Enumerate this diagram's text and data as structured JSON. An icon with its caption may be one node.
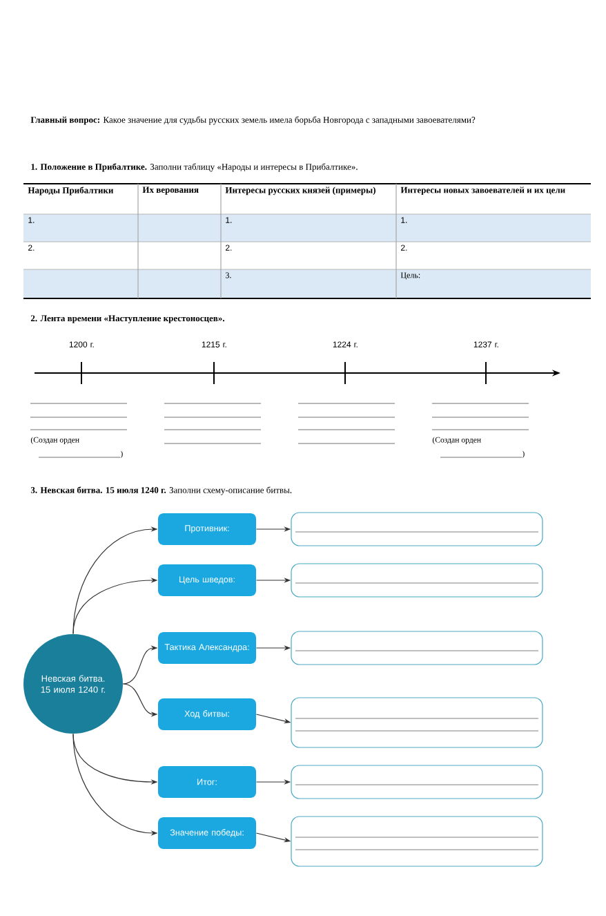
{
  "diagram": {
    "nodes": [
      {
        "text": [
          "Невская битва. 15 июля 1240 г."
        ]
      },
      {
        "text": [
          "Противник:"
        ]
      },
      {
        "text": [
          "Цель шведов:"
        ]
      },
      {
        "text": [
          "Тактика Александра:"
        ]
      },
      {
        "text": [
          "Ход битвы:"
        ]
      },
      {
        "text": [
          "Итог:"
        ]
      },
      {
        "text": [
          "Значение победы:"
        ]
      },
      {
        "text": [],
        "shape": "box"
      },
      {
        "text": [],
        "shape": "box"
      },
      {
        "text": [],
        "shape": "box"
      },
      {
        "text": [],
        "shape": "box"
      },
      {
        "text": [],
        "shape": "box"
      },
      {
        "text": [],
        "shape": "box"
      }
    ],
    "edges": [
      {
        "from": 0,
        "to": 1,
        "arrow": "to"
      },
      {
        "from": 0,
        "to": 2,
        "arrow": "to"
      },
      {
        "from": 0,
        "to": 3,
        "arrow": "to"
      },
      {
        "from": 0,
        "to": 4,
        "arrow": "to"
      },
      {
        "from": 0,
        "to": 5,
        "arrow": "to"
      },
      {
        "from": 0,
        "to": 6,
        "arrow": "to"
      },
      {
        "from": 1,
        "to": 7,
        "arrow": "to"
      },
      {
        "from": 2,
        "to": 8,
        "arrow": "to"
      },
      {
        "from": 3,
        "to": 9,
        "arrow": "to"
      },
      {
        "from": 4,
        "to": 10,
        "arrow": "to"
      },
      {
        "from": 5,
        "to": 11,
        "arrow": "to"
      },
      {
        "from": 6,
        "to": 12,
        "arrow": "to"
      }
    ],
    "labels": [
      "**Главный вопрос:** Какое значение для судьбы русских земель имела борьба Новгорода с западными завоевателями?",
      "**1. Положение в Прибалтике.** Заполни таблицу «Народы и интересы в Прибалтике».",
      "Народы Прибалтики",
      "Их верования",
      "Интересы русских князей (примеры)",
      "Интересы новых завоевателей и их цели",
      "1.",
      "1.",
      "1.",
      "2.",
      "2.",
      "2.",
      "3.",
      "Цель:",
      "**2. Лента времени «Наступление крестоносцев».**",
      "1200 г.",
      "1215 г.",
      "1224 г.",
      "1237 г.",
      "(Создан орден",
      ")",
      "(Создан орден",
      ")",
      "**3. Невская битва. 15 июля 1240 г.** Заполни схему-описание битвы."
    ]
  }
}
